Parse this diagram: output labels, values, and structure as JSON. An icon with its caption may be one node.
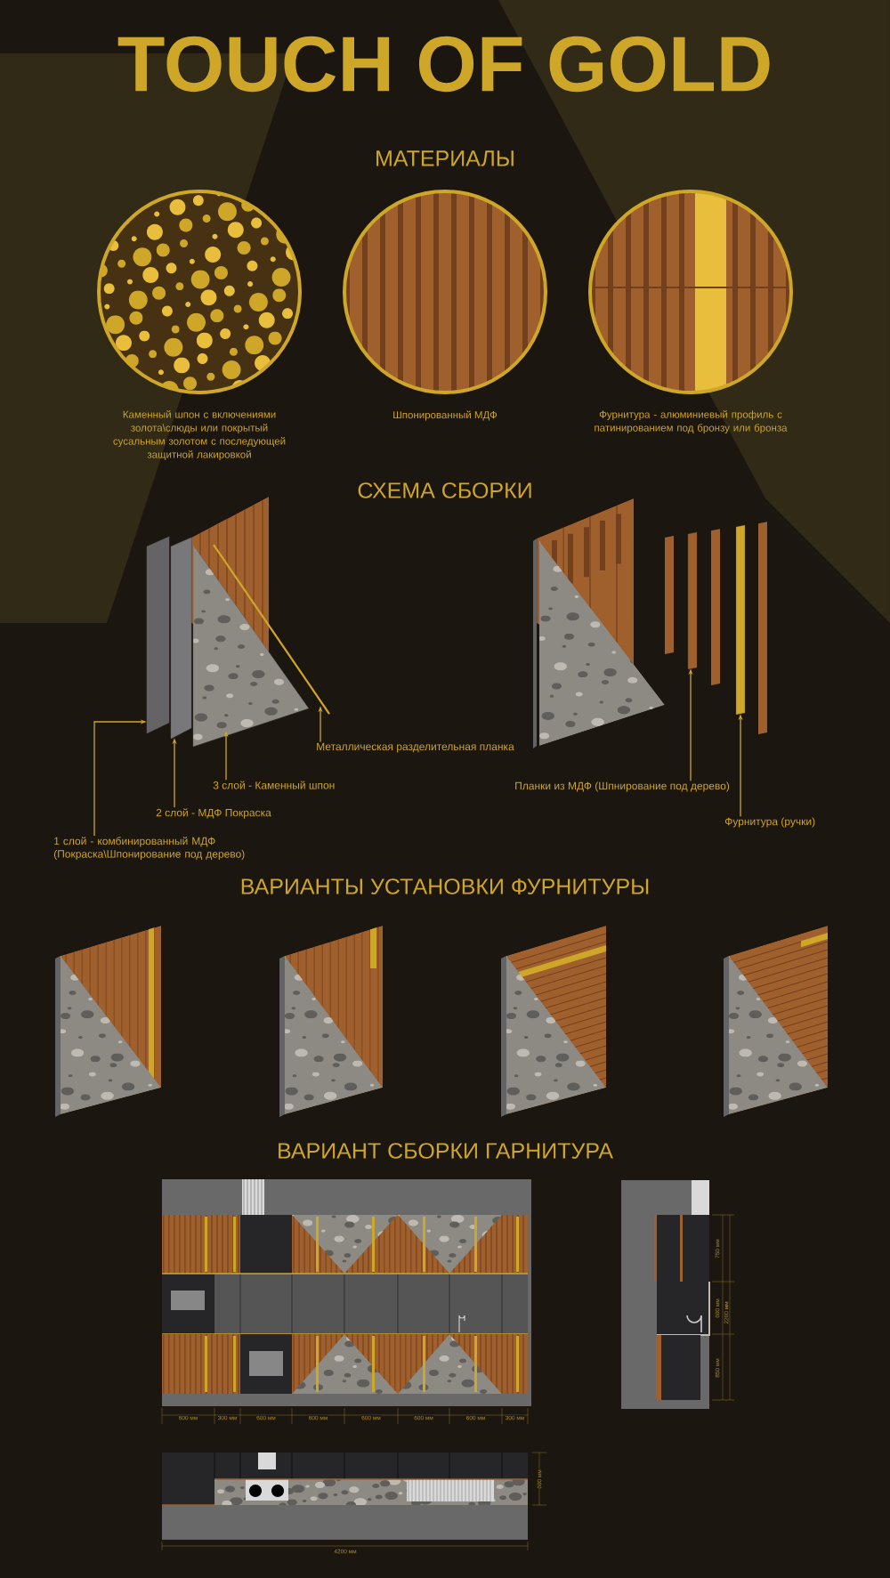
{
  "diagram": {
    "title": "TOUCH OF GOLD",
    "nodes": [
      {
        "text": [
          "Металлическая разделительная планка"
        ]
      },
      {
        "text": [
          "3 слой - Каменный шпон"
        ]
      },
      {
        "text": [
          "2 слой - МДФ Покраска"
        ]
      },
      {
        "text": [
          "1 слой - комбинированный МДФ (Покраска\\Шпонирование под дерево)"
        ]
      },
      {
        "text": [
          "Планки из МДФ (Шпнирование под дерево)"
        ]
      },
      {
        "text": [
          "Фурнитура (ручки)"
        ]
      },
      {
        "text": [],
        "shape": "box"
      },
      {
        "text": [],
        "shape": "box"
      },
      {
        "text": [],
        "shape": "triangle"
      },
      {
        "text": [],
        "shape": "bar"
      },
      {
        "text": [],
        "shape": "bar"
      },
      {
        "text": [],
        "shape": "bar"
      }
    ],
    "edges": [
      {
        "from": 0,
        "to": 9,
        "arrow": "to"
      },
      {
        "from": 1,
        "to": 8,
        "arrow": "to"
      },
      {
        "from": 2,
        "to": 7,
        "arrow": "to"
      },
      {
        "from": 3,
        "to": 6,
        "arrow": "to"
      },
      {
        "from": 4,
        "to": 10,
        "arrow": "to"
      },
      {
        "from": 5,
        "to": 11,
        "arrow": "to"
      }
    ],
    "labels": [
      "МАТЕРИАЛЫ",
      "Каменный шпон с включениями золота\\слюды или покрытый сусальным золотом с последующей защитной лакировкой",
      "Шпонированный МДФ",
      "Фурнитура - алюминиевый профиль с патинированием под бронзу или бронза",
      "СХЕМА СБОРКИ",
      "ВАРИАНТЫ УСТАНОВКИ ФУРНИТУРЫ",
      "ВАРИАНТ СБОРКИ ГАРНИТУРА",
      "750 мм",
      "600 мм",
      "2200 мм",
      "850 мм",
      "600 мм",
      "300 мм",
      "600 мм",
      "600 мм",
      "600 мм",
      "600 мм",
      "600 мм",
      "300 мм",
      "600 мм",
      "4200 мм"
    ]
  }
}
